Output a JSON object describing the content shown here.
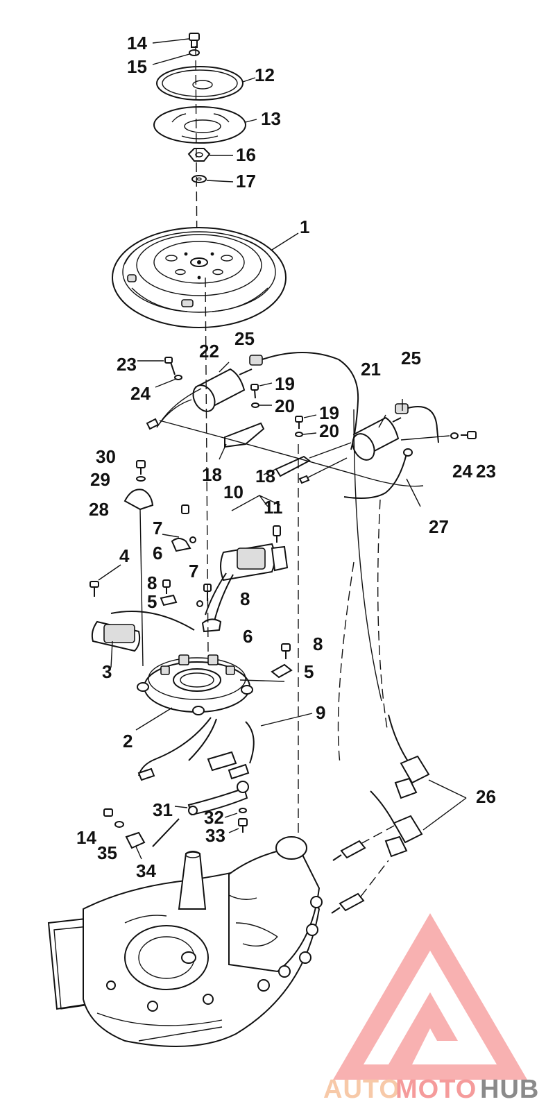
{
  "labels": {
    "l14a": "14",
    "l15": "15",
    "l12": "12",
    "l13": "13",
    "l16": "16",
    "l17": "17",
    "l1": "1",
    "l25a": "25",
    "l22": "22",
    "l23a": "23",
    "l24a": "24",
    "l19a": "19",
    "l20a": "20",
    "l21": "21",
    "l25b": "25",
    "l19b": "19",
    "l20b": "20",
    "l24b": "24",
    "l23b": "23",
    "l30": "30",
    "l29": "29",
    "l28": "28",
    "l18a": "18",
    "l18b": "18",
    "l10": "10",
    "l11": "11",
    "l27": "27",
    "l7a": "7",
    "l6a": "6",
    "l4": "4",
    "l8a": "8",
    "l5a": "5",
    "l7b": "7",
    "l8b": "8",
    "l6b": "6",
    "l3": "3",
    "l8c": "8",
    "l5b": "5",
    "l9": "9",
    "l2": "2",
    "l26": "26",
    "l31": "31",
    "l32": "32",
    "l33": "33",
    "l14b": "14",
    "l35": "35",
    "l34": "34"
  },
  "watermark": {
    "part1": "AUTO",
    "part2": "MOTO",
    "part3": "HUB"
  },
  "colors": {
    "line": "#111111",
    "logo_red": "#f59b9b",
    "logo_peach": "#f7c9a8",
    "logo_grey": "#8a8a8a"
  }
}
